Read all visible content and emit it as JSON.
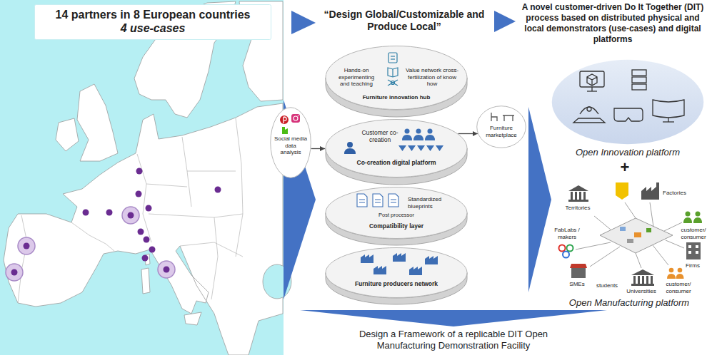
{
  "diagram": {
    "caption": "Design a Framework of a replicable DIT Open Manufacturing Demonstration Facility",
    "nodes": [
      {
        "text": [
          "14 partners in 8 European countries",
          "4 use-cases"
        ]
      },
      {
        "text": [
          "Hands-on experimenting and teaching",
          "Value network cross-fertilization of know how",
          "Furniture innovation hub"
        ]
      },
      {
        "text": [
          "Social media data analysis"
        ]
      },
      {
        "text": [
          "Customer co-creation",
          "Co-creation digital platform"
        ]
      },
      {
        "text": [
          "Furniture marketplace"
        ]
      },
      {
        "text": [
          "Standardized blueprints",
          "Post processor",
          "Compatibility layer"
        ]
      },
      {
        "text": [
          "Furniture producers network"
        ]
      },
      {
        "text": [
          "Open Innovation platform"
        ]
      }
    ],
    "edges": [
      {
        "from": 2,
        "to": 3,
        "arrow": "to"
      },
      {
        "from": 3,
        "to": 4,
        "arrow": "to"
      }
    ],
    "labels": [
      "“Design Global/Customizable and Produce Local”",
      "A novel customer-driven Do It Together (DIT) process based on distributed physical and local demonstrators (use-cases) and digital platforms",
      "+",
      "Territories",
      "Factories",
      "FabLabs / makers",
      "customer/ consumer",
      "Firms",
      "SMEs",
      "students",
      "Universities",
      "customer/ consumer",
      "Open Manufacturing platform"
    ]
  }
}
